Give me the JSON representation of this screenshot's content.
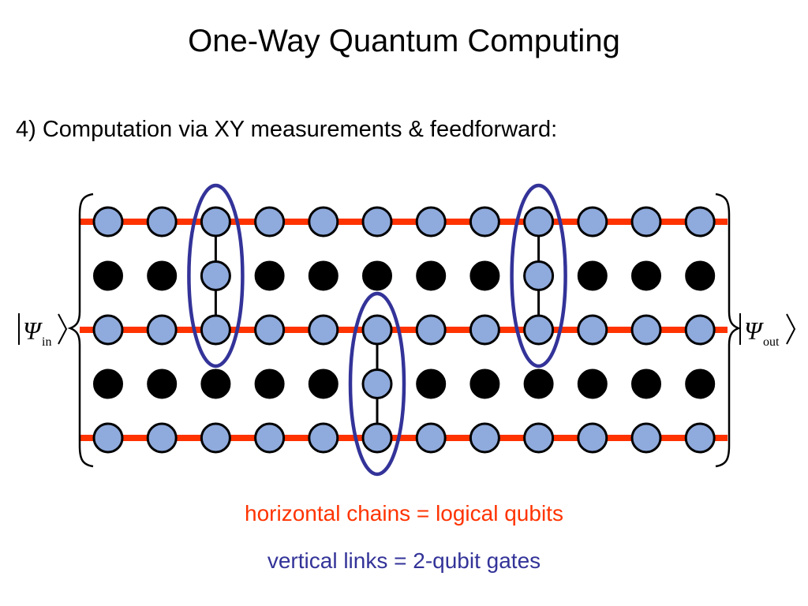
{
  "slide": {
    "title": "One-Way Quantum Computing",
    "subtitle": "4) Computation via XY measurements & feedforward:"
  },
  "diagram": {
    "state_in": {
      "symbol": "Ψ",
      "subscript": "in"
    },
    "state_out": {
      "symbol": "Ψ",
      "subscript": "out"
    },
    "columns": 12,
    "rows": [
      {
        "type": "chain",
        "qubits": [
          "blue",
          "blue",
          "blue",
          "blue",
          "blue",
          "blue",
          "blue",
          "blue",
          "blue",
          "blue",
          "blue",
          "blue"
        ]
      },
      {
        "type": "spacer",
        "qubits": [
          "black",
          "black",
          "blue",
          "black",
          "black",
          "black",
          "black",
          "black",
          "blue",
          "black",
          "black",
          "black"
        ]
      },
      {
        "type": "chain",
        "qubits": [
          "blue",
          "blue",
          "blue",
          "blue",
          "blue",
          "blue",
          "blue",
          "blue",
          "blue",
          "blue",
          "blue",
          "blue"
        ]
      },
      {
        "type": "spacer",
        "qubits": [
          "black",
          "black",
          "black",
          "black",
          "black",
          "blue",
          "black",
          "black",
          "black",
          "black",
          "black",
          "black"
        ]
      },
      {
        "type": "chain",
        "qubits": [
          "blue",
          "blue",
          "blue",
          "blue",
          "blue",
          "blue",
          "blue",
          "blue",
          "blue",
          "blue",
          "blue",
          "blue"
        ]
      }
    ],
    "gates": [
      {
        "column": 2,
        "rows": [
          0,
          2
        ]
      },
      {
        "column": 8,
        "rows": [
          0,
          2
        ]
      },
      {
        "column": 5,
        "rows": [
          2,
          4
        ]
      }
    ],
    "colors": {
      "chain": "#ff3300",
      "qubit_measured": "#8faadc",
      "qubit_removed": "#000000",
      "gate_outline": "#333399",
      "gate_link": "#000000"
    }
  },
  "legend": {
    "chains": {
      "text": "horizontal chains = logical qubits",
      "color": "#ff3300"
    },
    "links": {
      "text": "vertical links = 2-qubit gates",
      "color": "#333399"
    }
  }
}
